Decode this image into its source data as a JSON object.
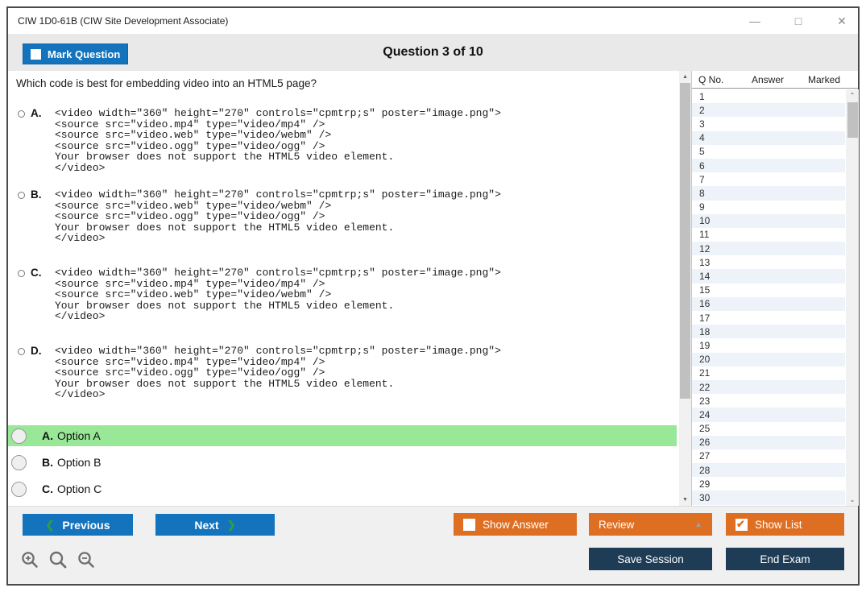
{
  "window": {
    "title": "CIW 1D0-61B (CIW Site Development Associate)",
    "controls": {
      "minimize": "—",
      "maximize": "□",
      "close": "✕"
    }
  },
  "header": {
    "mark_question": "Mark Question",
    "counter": "Question 3 of 10"
  },
  "question": {
    "prompt": "Which code is best for embedding video into an HTML5 page?",
    "code_options": [
      {
        "letter": "A.",
        "lines": [
          "<video width=\"360\" height=\"270\" controls=\"cpmtrp;s\" poster=\"image.png\">",
          "<source src=\"video.mp4\" type=\"video/mp4\" />",
          "<source src=\"video.web\" type=\"video/webm\" />",
          "<source src=\"video.ogg\" type=\"video/ogg\" />",
          "Your browser does not support the HTML5 video element.",
          "</video>"
        ]
      },
      {
        "letter": "B.",
        "lines": [
          "<video width=\"360\" height=\"270\" controls=\"cpmtrp;s\" poster=\"image.png\">",
          "<source src=\"video.web\" type=\"video/webm\" />",
          "<source src=\"video.ogg\" type=\"video/ogg\" />",
          "Your browser does not support the HTML5 video element.",
          "</video>"
        ]
      },
      {
        "letter": "C.",
        "lines": [
          "<video width=\"360\" height=\"270\" controls=\"cpmtrp;s\" poster=\"image.png\">",
          "<source src=\"video.mp4\" type=\"video/mp4\" />",
          "<source src=\"video.web\" type=\"video/webm\" />",
          "Your browser does not support the HTML5 video element.",
          "</video>"
        ]
      },
      {
        "letter": "D.",
        "lines": [
          "<video width=\"360\" height=\"270\" controls=\"cpmtrp;s\" poster=\"image.png\">",
          "<source src=\"video.mp4\" type=\"video/mp4\" />",
          "<source src=\"video.ogg\" type=\"video/ogg\" />",
          "Your browser does not support the HTML5 video element.",
          "</video>"
        ]
      }
    ],
    "answers": [
      {
        "letter": "A.",
        "label": "Option A",
        "highlighted": true
      },
      {
        "letter": "B.",
        "label": "Option B",
        "highlighted": false
      },
      {
        "letter": "C.",
        "label": "Option C",
        "highlighted": false
      }
    ]
  },
  "sidebar": {
    "columns": [
      "Q No.",
      "Answer",
      "Marked"
    ],
    "rows": [
      "1",
      "2",
      "3",
      "4",
      "5",
      "6",
      "7",
      "8",
      "9",
      "10",
      "11",
      "12",
      "13",
      "14",
      "15",
      "16",
      "17",
      "18",
      "19",
      "20",
      "21",
      "22",
      "23",
      "24",
      "25",
      "26",
      "27",
      "28",
      "29",
      "30"
    ]
  },
  "footer": {
    "previous": "Previous",
    "next": "Next",
    "prev_chevron": "❮",
    "next_chevron": "❯",
    "show_answer": "Show Answer",
    "review": "Review",
    "review_arrow": "▲",
    "show_list": "Show List",
    "save_session": "Save Session",
    "end_exam": "End Exam",
    "show_answer_checked": false,
    "show_list_checked": true
  },
  "colors": {
    "primary_blue": "#1473bd",
    "orange": "#de6f22",
    "navy": "#1e3c55",
    "highlight_green": "#98e898",
    "chevron_green": "#2f9e41",
    "row_alt_blue": "#edf3f9"
  }
}
